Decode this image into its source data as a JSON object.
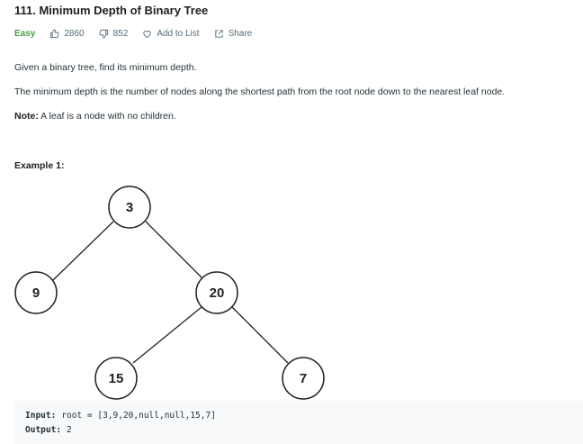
{
  "problem": {
    "title": "111. Minimum Depth of Binary Tree",
    "difficulty": "Easy",
    "likes": "2860",
    "dislikes": "852",
    "add_to_list": "Add to List",
    "share": "Share",
    "paragraphs": [
      "Given a binary tree, find its minimum depth.",
      "The minimum depth is the number of nodes along the shortest path from the root node down to the nearest leaf node."
    ],
    "note_label": "Note:",
    "note_text": " A leaf is a node with no children.",
    "example_title": "Example 1:",
    "tree_nodes": [
      "3",
      "9",
      "20",
      "15",
      "7"
    ],
    "input_label": "Input:",
    "input_value": "root = [3,9,20,null,null,15,7]",
    "output_label": "Output:",
    "output_value": "2"
  },
  "icons": {
    "likes": "thumbs-up-icon",
    "dislikes": "thumbs-down-icon",
    "add_to_list": "heart-icon",
    "share": "share-icon"
  },
  "colors": {
    "easy": "#43a047",
    "text": "#263238",
    "muted": "#546e7a",
    "code_bg": "#f7f9fa"
  }
}
